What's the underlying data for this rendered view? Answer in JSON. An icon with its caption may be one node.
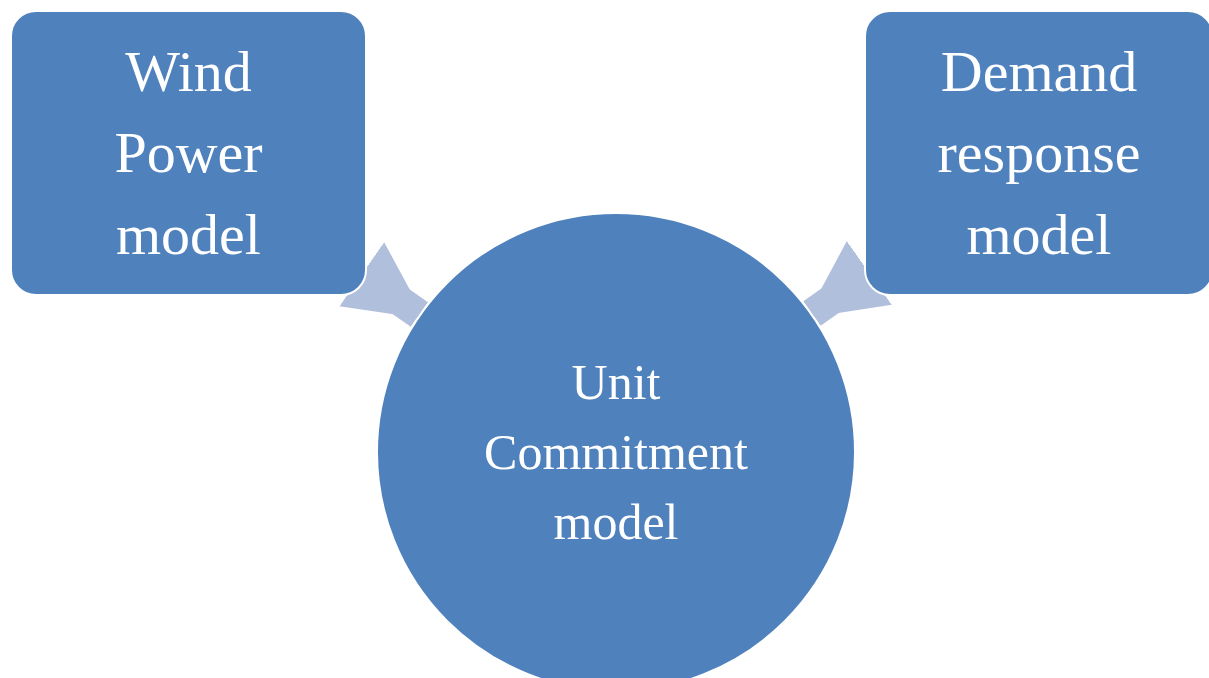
{
  "diagram": {
    "nodes": [
      {
        "text": [
          "Wind Power model"
        ]
      },
      {
        "text": [
          "Demand response model"
        ]
      },
      {
        "text": [
          "Unit Commitment model"
        ]
      }
    ],
    "edges": [
      {
        "from": 0,
        "to": 2,
        "arrow": "to"
      },
      {
        "from": 1,
        "to": 2,
        "arrow": "to"
      }
    ]
  }
}
